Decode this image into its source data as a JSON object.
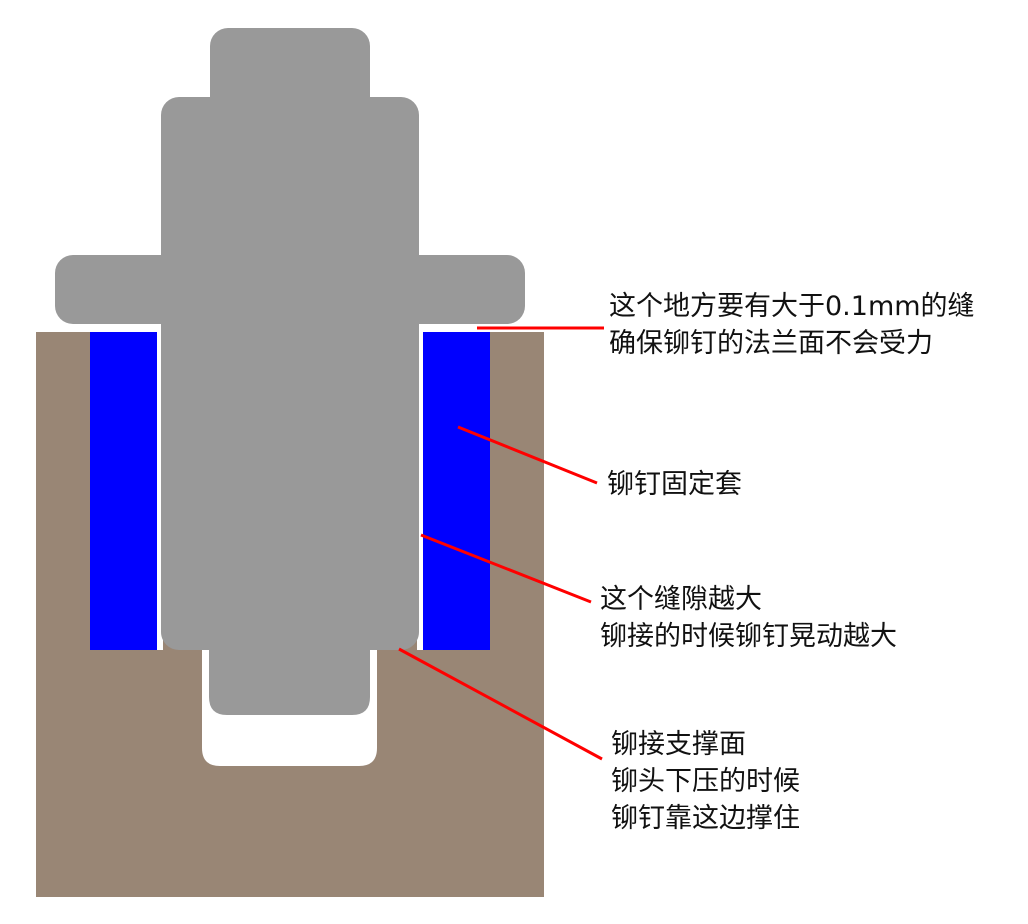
{
  "diagram": {
    "type": "rivet-cross-section",
    "colors": {
      "rivet": "#999999",
      "base": "#998675",
      "sleeve": "#0000ff",
      "leader": "#ff0000",
      "gap": "#ffffff",
      "text": "#111111"
    },
    "parts": [
      "rivet",
      "rivet-fixing-sleeve",
      "base-block",
      "cavity"
    ]
  },
  "annotations": [
    {
      "id": "flange-gap",
      "lines": [
        "这个地方要有大于0.1mm的缝",
        "确保铆钉的法兰面不会受力"
      ]
    },
    {
      "id": "fixing-sleeve",
      "lines": [
        "铆钉固定套"
      ]
    },
    {
      "id": "side-clearance",
      "lines": [
        "这个缝隙越大",
        "铆接的时候铆钉晃动越大"
      ]
    },
    {
      "id": "support-surface",
      "lines": [
        "铆接支撑面",
        "铆头下压的时候",
        "铆钉靠这边撑住"
      ]
    }
  ]
}
